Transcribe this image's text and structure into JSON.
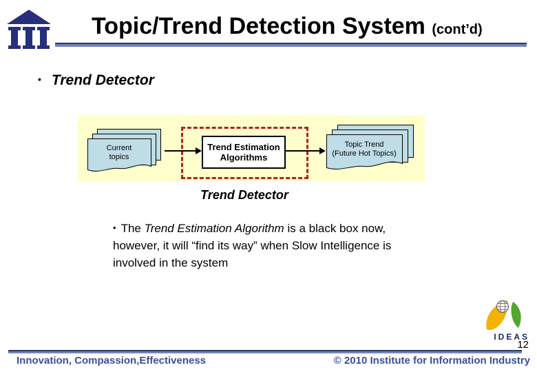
{
  "header": {
    "title": "Topic/Trend Detection System",
    "suffix": "(cont’d)"
  },
  "bullets": {
    "marker": "•",
    "trend_detector": "Trend Detector"
  },
  "diagram": {
    "current_topics": {
      "line1": "Current",
      "line2": "topics"
    },
    "estimation_box": {
      "line1": "Trend Estimation",
      "line2": "Algorithms"
    },
    "topic_trend": {
      "line1": "Topic Trend",
      "line2": "(Future Hot Topics)"
    },
    "caption": "Trend Detector"
  },
  "body": {
    "marker": "•",
    "text_pre": "The ",
    "text_italic": "Trend Estimation Algorithm",
    "text_post": " is a black box now, however, it will “find its way” when Slow Intelligence is involved in the system"
  },
  "footer": {
    "slogan": "Innovation, Compassion,Effectiveness",
    "copyright": "© 2010 Institute for Information Industry",
    "page_number": "12",
    "ideas_label": "IDEAS"
  },
  "colors": {
    "rule_dark": "#2C3566",
    "rule_light": "#7285B8",
    "diagram_background": "#FFFFCC",
    "document_fill": "#BFDDE6",
    "dashed_border": "#B22222",
    "footer_text": "#3D4E97",
    "institute_navy": "#272F7C",
    "ideas_yellow": "#F2B200",
    "ideas_green": "#54A52F",
    "ideas_navy": "#1A2860"
  }
}
